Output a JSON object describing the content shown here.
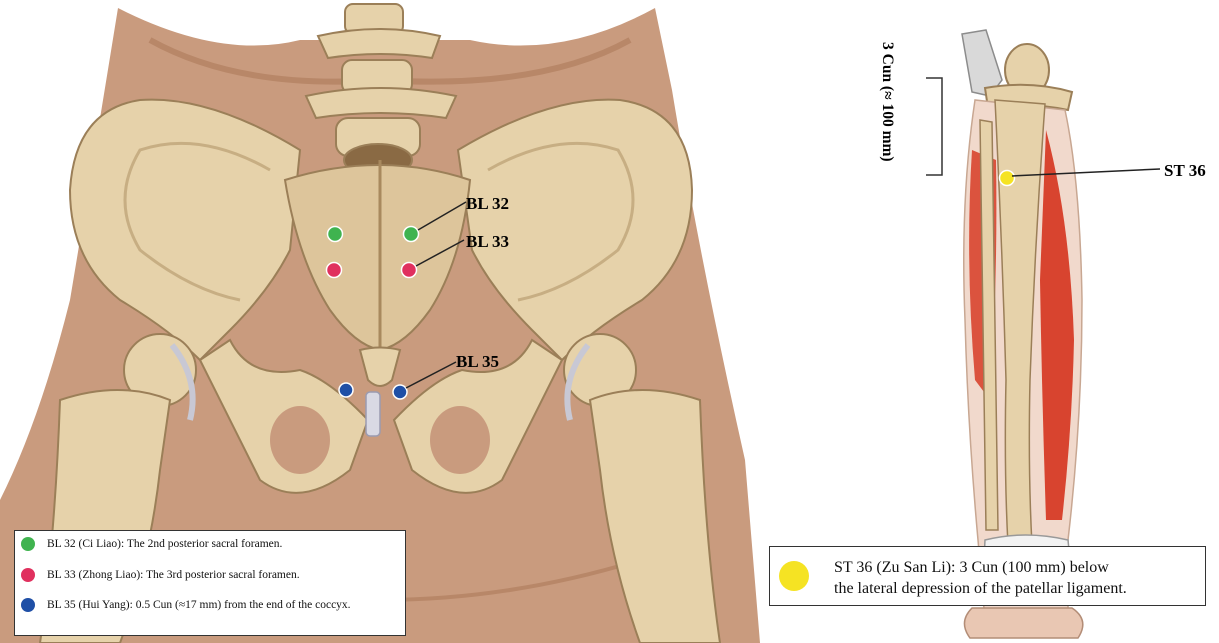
{
  "pelvis": {
    "labels": {
      "bl32": "BL 32",
      "bl33": "BL 33",
      "bl35": "BL 35"
    },
    "legend": [
      {
        "color": "#3fb34f",
        "text": "BL 32 (Ci Liao): The 2nd posterior sacral foramen."
      },
      {
        "color": "#e0305e",
        "text": "BL 33 (Zhong Liao): The 3rd posterior sacral foramen."
      },
      {
        "color": "#1f4fa6",
        "text": "BL 35 (Hui Yang): 0.5 Cun (≈17 mm) from the end of the coccyx."
      }
    ]
  },
  "leg": {
    "measure_label": "3 Cun (≈ 100 mm)",
    "st36_label": "ST 36",
    "legend": {
      "color": "#f5e323",
      "line1": "ST 36 (Zu San Li): 3 Cun (100 mm) below",
      "line2": "the lateral depression of the patellar ligament."
    }
  },
  "colors": {
    "skin": "#c99b7e",
    "bone": "#e6d2aa",
    "muscle": "#d8442f",
    "bl32": "#3fb34f",
    "bl33": "#e0305e",
    "bl35": "#1f4fa6",
    "st36": "#f5e323"
  }
}
